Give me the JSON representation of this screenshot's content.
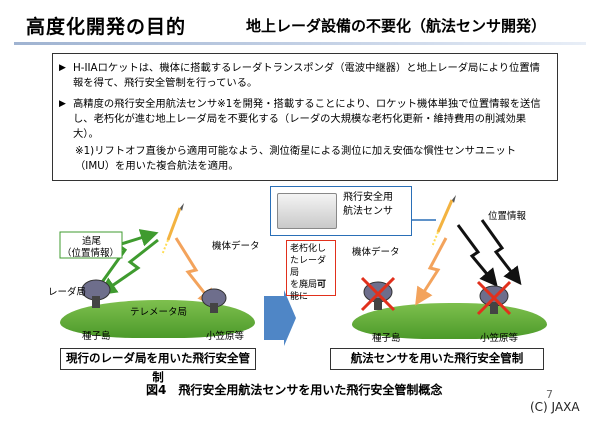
{
  "header": {
    "title_main": "高度化開発の目的",
    "title_sub": "地上レーダ設備の不要化（航法センサ開発）"
  },
  "bullets": {
    "b1": "H-IIAロケットは、機体に搭載するレーダトランスポンダ（電波中継器）と地上レーダ局により位置情報を得て、飛行安全管制を行っている。",
    "b2": "高精度の飛行安全用航法センサ※1を開発・搭載することにより、ロケット機体単独で位置情報を送信し、老朽化が進む地上レーダ局を不要化する（レーダの大規模な老朽化更新・維持費用の削減効果大）。",
    "note": "※1)リフトオフ直後から適用可能なよう、測位衛星による測位に加え安価な慣性センサユニット（IMU）を用いた複合航法を適用。"
  },
  "diagram": {
    "tracking_label_1": "追尾",
    "tracking_label_2": "（位置情報）",
    "radar_station": "レーダ局",
    "telemetry_station": "テレメータ局",
    "airframe_data_left": "機体データ",
    "tanegashima_left": "種子島",
    "ogasawara_left": "小笠原等",
    "sensor_label_1": "飛行安全用",
    "sensor_label_2": "航法センサ",
    "position_info": "位置情報",
    "airframe_data_right": "機体データ",
    "deprecated_note_1": "老朽化し",
    "deprecated_note_2": "たレーダ局",
    "deprecated_note_3": "を廃局",
    "deprecated_note_4": "可",
    "deprecated_note_5": "能に",
    "tanegashima_right": "種子島",
    "ogasawara_right": "小笠原等"
  },
  "captions": {
    "left": "現行のレーダ局を用いた飛行安全管制",
    "right": "航法センサを用いた飛行安全管制",
    "figure": "図4　飛行安全用航法センサを用いた飛行安全管制概念"
  },
  "footer": {
    "page": "7",
    "copyright": "(C) JAXA"
  },
  "colors": {
    "green_arrow": "#3f9b2f",
    "orange_arrow": "#f3a35c",
    "black_arrow": "#111111",
    "cross_red": "#e1301c",
    "box_blue": "#2a6fb7",
    "big_arrow_blue": "#4f86c6"
  }
}
